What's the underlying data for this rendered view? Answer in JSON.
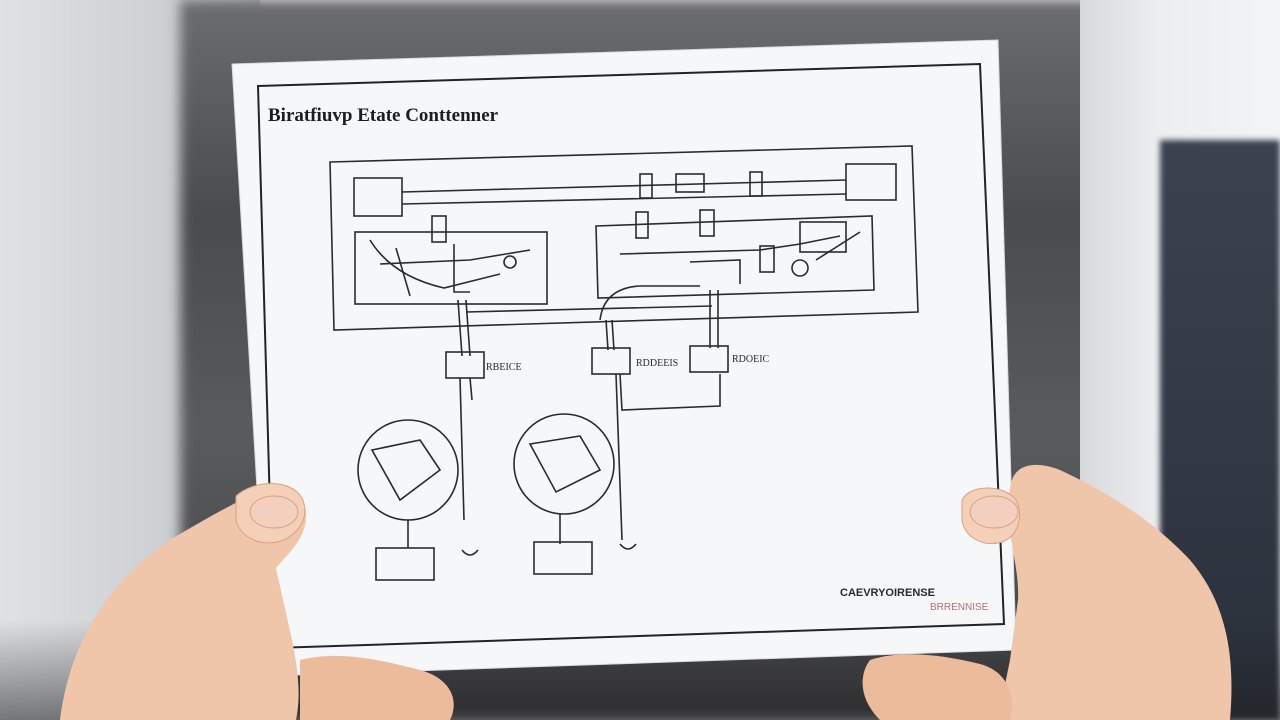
{
  "scene": {
    "description_colors": {
      "paper": "#f6f7f8",
      "ink": "#1c1d20",
      "skin": "#f0c6aa",
      "skin_shadow": "#d9a185"
    }
  },
  "document": {
    "title": "Biratfiuvp Etate Conttenner",
    "module_labels": {
      "relay_1": "RBEICE",
      "relay_2": "RDDEEIS",
      "relay_3": "RDOEIC"
    },
    "footer_line_1": "CAEVRYOIRENSE",
    "footer_line_2": "BRRENNISE"
  }
}
